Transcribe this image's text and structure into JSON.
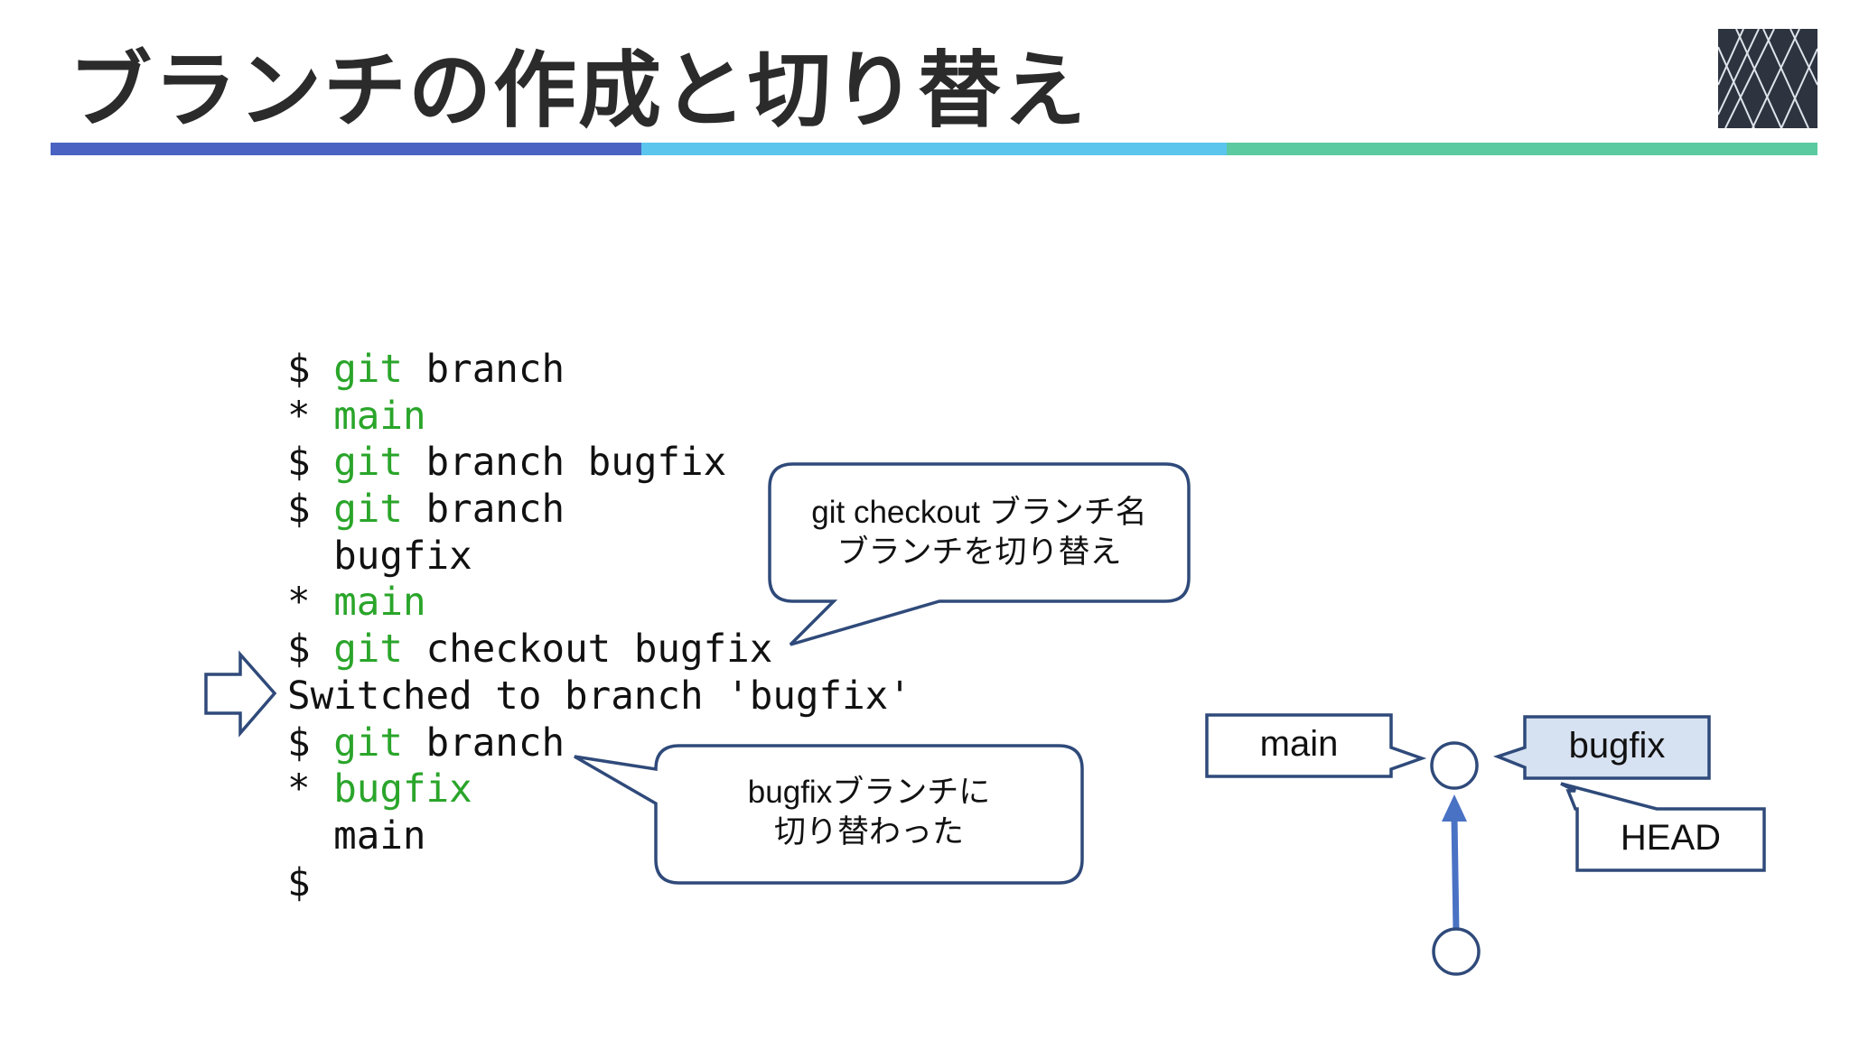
{
  "slide": {
    "title": "ブランチの作成と切り替え"
  },
  "colors": {
    "bar_blue": "#4a63c2",
    "bar_cyan": "#5bc5ee",
    "bar_green": "#5ccaa0",
    "command_green": "#2aa52a",
    "stroke_navy": "#2f4a7a",
    "commit_arrow": "#4a72c4",
    "bugfix_fill": "#d6e1f1",
    "logo_bg": "#2d3440"
  },
  "logo": {
    "icon": "diamond-lattice-logo-icon"
  },
  "terminal": {
    "lines": [
      [
        {
          "t": "$ ",
          "c": "plain"
        },
        {
          "t": "git",
          "c": "green"
        },
        {
          "t": " branch",
          "c": "plain"
        }
      ],
      [
        {
          "t": "* ",
          "c": "plain"
        },
        {
          "t": "main",
          "c": "green"
        }
      ],
      [
        {
          "t": "$ ",
          "c": "plain"
        },
        {
          "t": "git",
          "c": "green"
        },
        {
          "t": " branch bugfix",
          "c": "plain"
        }
      ],
      [
        {
          "t": "$ ",
          "c": "plain"
        },
        {
          "t": "git",
          "c": "green"
        },
        {
          "t": " branch",
          "c": "plain"
        }
      ],
      [
        {
          "t": "  bugfix",
          "c": "plain"
        }
      ],
      [
        {
          "t": "* ",
          "c": "plain"
        },
        {
          "t": "main",
          "c": "green"
        }
      ],
      [
        {
          "t": "$ ",
          "c": "plain"
        },
        {
          "t": "git",
          "c": "green"
        },
        {
          "t": " checkout bugfix",
          "c": "plain"
        }
      ],
      [
        {
          "t": "Switched to branch 'bugfix'",
          "c": "plain"
        }
      ],
      [
        {
          "t": "$ ",
          "c": "plain"
        },
        {
          "t": "git",
          "c": "green"
        },
        {
          "t": " branch",
          "c": "plain"
        }
      ],
      [
        {
          "t": "* ",
          "c": "plain"
        },
        {
          "t": "bugfix",
          "c": "green"
        }
      ],
      [
        {
          "t": "  main",
          "c": "plain"
        }
      ],
      [
        {
          "t": "$",
          "c": "plain"
        }
      ]
    ]
  },
  "callouts": {
    "checkout": {
      "line1": "git checkout ブランチ名",
      "line2": "ブランチを切り替え"
    },
    "switched": {
      "line1": "bugfixブランチに",
      "line2": "切り替わった"
    }
  },
  "graph": {
    "main_label": "main",
    "bugfix_label": "bugfix",
    "head_label": "HEAD"
  }
}
